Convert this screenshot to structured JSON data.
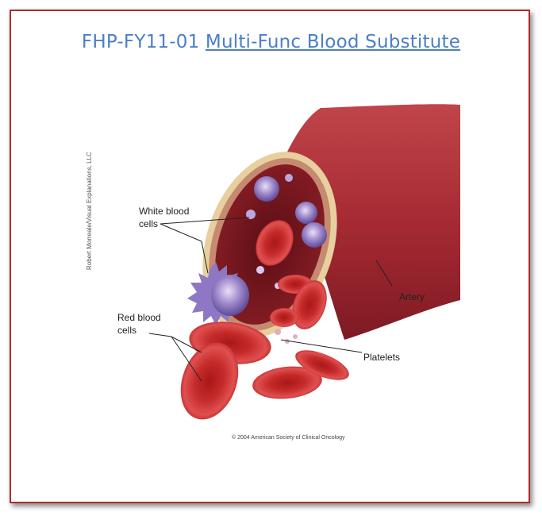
{
  "slide": {
    "title_prefix": "FHP-FY11-01",
    "title_link": "Multi-Func Blood Substitute"
  },
  "illustration": {
    "credit_vertical": "Robert Morreale/Visual Explanations, LLC",
    "labels": {
      "white_blood_cells": "White blood cells",
      "red_blood_cells": "Red blood cells",
      "artery": "Artery",
      "platelets": "Platelets"
    },
    "copyright": "© 2004 American Society of Clinical Oncology"
  }
}
